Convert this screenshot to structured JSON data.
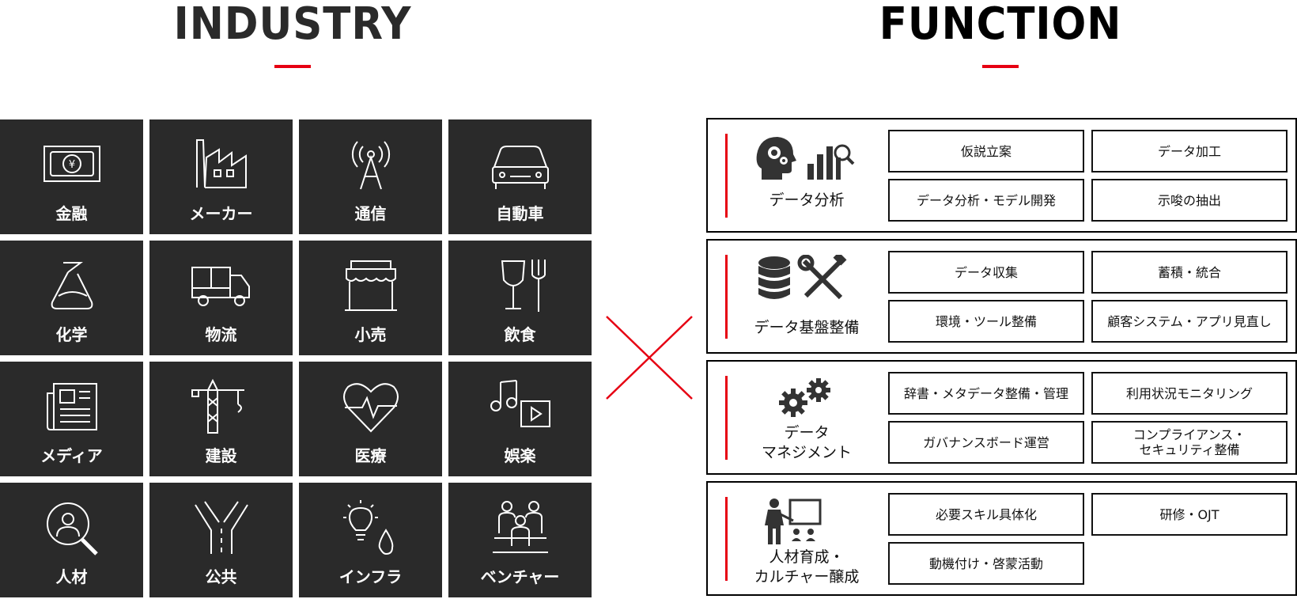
{
  "industry": {
    "heading": "INDUSTRY",
    "tiles": [
      {
        "label": "金融",
        "icon": "banknote-icon"
      },
      {
        "label": "メーカー",
        "icon": "factory-icon"
      },
      {
        "label": "通信",
        "icon": "antenna-icon"
      },
      {
        "label": "自動車",
        "icon": "car-icon"
      },
      {
        "label": "化学",
        "icon": "flask-icon"
      },
      {
        "label": "物流",
        "icon": "truck-icon"
      },
      {
        "label": "小売",
        "icon": "storefront-icon"
      },
      {
        "label": "飲食",
        "icon": "glass-fork-icon"
      },
      {
        "label": "メディア",
        "icon": "newspaper-icon"
      },
      {
        "label": "建設",
        "icon": "crane-icon"
      },
      {
        "label": "医療",
        "icon": "heartbeat-icon"
      },
      {
        "label": "娯楽",
        "icon": "music-video-icon"
      },
      {
        "label": "人材",
        "icon": "person-search-icon"
      },
      {
        "label": "公共",
        "icon": "road-icon"
      },
      {
        "label": "インフラ",
        "icon": "bulb-drop-icon"
      },
      {
        "label": "ベンチャー",
        "icon": "team-icon"
      }
    ]
  },
  "function": {
    "heading": "FUNCTION",
    "panels": [
      {
        "title": [
          "データ分析"
        ],
        "icon": "analytics-icon",
        "items": [
          "仮説立案",
          "データ加工",
          "データ分析・モデル開発",
          "示唆の抽出"
        ]
      },
      {
        "title": [
          "データ基盤整備"
        ],
        "icon": "database-tools-icon",
        "items": [
          "データ収集",
          "蓄積・統合",
          "環境・ツール整備",
          "顧客システム・アプリ見直し"
        ]
      },
      {
        "title": [
          "データ",
          "マネジメント"
        ],
        "icon": "gears-icon",
        "items": [
          "辞書・メタデータ整備・管理",
          "利用状況モニタリング",
          "ガバナンスボード運営",
          "コンプライアンス・\nセキュリティ整備"
        ]
      },
      {
        "title": [
          "人材育成・",
          "カルチャー醸成"
        ],
        "icon": "presenter-icon",
        "items": [
          "必要スキル具体化",
          "研修・OJT",
          "動機付け・啓蒙活動"
        ]
      }
    ]
  },
  "colors": {
    "accent": "#e60012",
    "tile_bg": "#2a2a2a",
    "tile_text": "#ffffff"
  }
}
